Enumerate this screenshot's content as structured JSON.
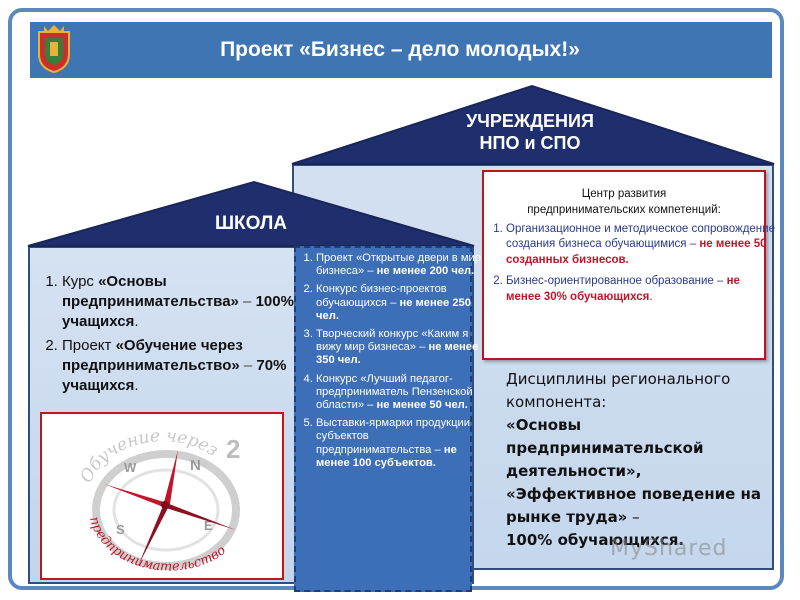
{
  "title": "Проект «Бизнес – дело молодых!»",
  "npo": {
    "label_line1": "УЧРЕЖДЕНИЯ",
    "label_line2": "НПО и СПО"
  },
  "school": {
    "label": "ШКОЛА",
    "items": [
      {
        "num": "1.",
        "pre": "Курс ",
        "bold": "«Основы предпринимательства»",
        "sep": " – ",
        "result": "100% учащихся",
        "post": "."
      },
      {
        "num": "2.",
        "pre": "Проект ",
        "bold": "«Обучение через предпринимательство»",
        "sep": " – ",
        "result": "70% учащихся",
        "post": "."
      }
    ]
  },
  "projects": [
    {
      "text": "Проект «Открытые двери в мир бизнеса» –",
      "bold": "не менее 200 чел."
    },
    {
      "text": "Конкурс бизнес-проектов обучающихся –",
      "bold": "не менее 250 чел."
    },
    {
      "text": "Творческий конкурс «Каким я вижу мир бизнеса» –",
      "bold": "не менее 350 чел."
    },
    {
      "text": "Конкурс «Лучший педагог-предприниматель Пензенской области» –",
      "bold": "не менее 50 чел."
    },
    {
      "text": "Выставки-ярмарки продукции субъектов предпринимательства –",
      "bold": "не менее 100 субъектов."
    }
  ],
  "center": {
    "title_line1": "Центр развития",
    "title_line2": "предпринимательских компетенций:",
    "items": [
      {
        "text": "Организационное и методическое сопровождение создания бизнеса обучающимися –",
        "bold": "не менее 50 созданных бизнесов."
      },
      {
        "text": "Бизнес-ориентированное образование –",
        "bold": "не менее 30% обучающихся",
        "post": "."
      }
    ]
  },
  "disciplines": {
    "intro": "Дисциплины регионального компонента:",
    "item1": "«Основы предпринимательской деятельности»,",
    "item2": "«Эффективное поведение на рынке труда»",
    "sep": " – ",
    "result": "100% обучающихся."
  },
  "compass": {
    "arc_text_top": "Обучение через",
    "arc_text_bottom": "предпринимательство",
    "letters": [
      "N",
      "E",
      "S",
      "W"
    ],
    "number": "2"
  },
  "watermark": "MyShared",
  "colors": {
    "header_blue": "#3f75b2",
    "roof_navy": "#1f2f6e",
    "accent_red": "#c0162a",
    "panel_blue": "#3d6fb8"
  }
}
